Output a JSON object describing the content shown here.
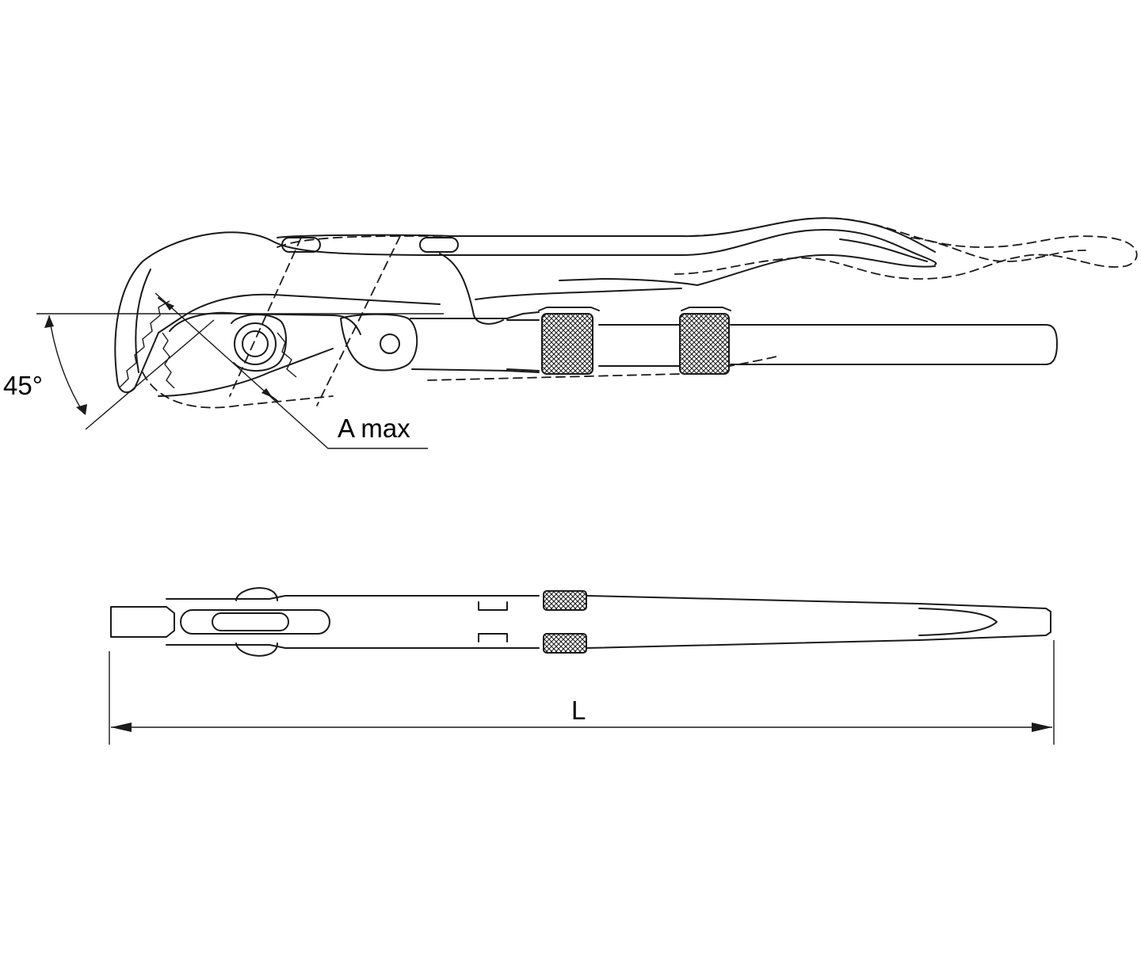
{
  "labels": {
    "angle": "45°",
    "jaw_capacity": "A max",
    "length": "L"
  },
  "colors": {
    "line": "#1a1a1a",
    "background": "#ffffff"
  }
}
